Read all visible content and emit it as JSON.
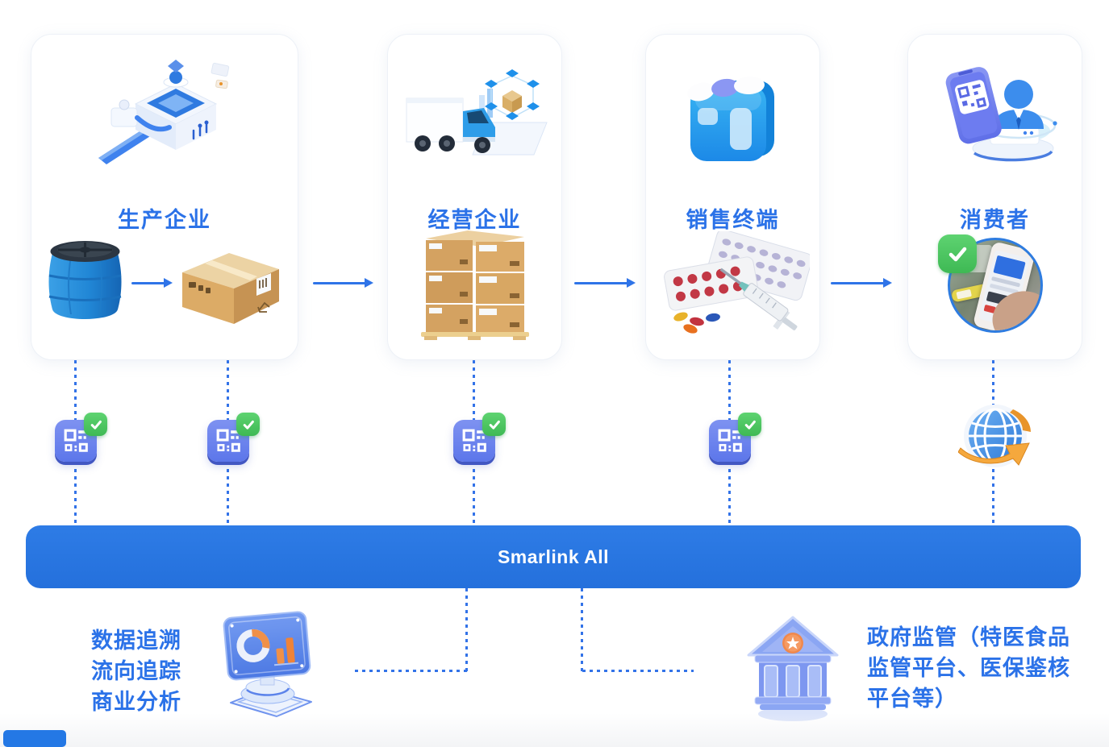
{
  "colors": {
    "accent_blue": "#2b72e8",
    "bar_blue": "#2976e3",
    "dotted_blue": "#3373e8",
    "qr_chip_blue": "#6e87ec",
    "badge_green": "#4dc865",
    "globe_orange": "#f0a23c"
  },
  "stages": [
    {
      "label": "生产企业",
      "icon": "factory-machine-icon",
      "items": [
        "blue-barrel",
        "carton-box"
      ]
    },
    {
      "label": "经营企业",
      "icon": "delivery-truck-icon",
      "items": [
        "pallet-of-boxes"
      ]
    },
    {
      "label": "销售终端",
      "icon": "storefront-icon",
      "items": [
        "medicine-and-syringe"
      ]
    },
    {
      "label": "消费者",
      "icon": "phone-qr-person-icon",
      "items": [
        "scan-photo-with-check"
      ]
    }
  ],
  "platform_bar": {
    "label": "Smarlink All"
  },
  "analytics": {
    "lines": [
      "数据追溯",
      "流向追踪",
      "商业分析"
    ],
    "icon": "dashboard-chart-icon"
  },
  "regulation": {
    "lines": [
      "政府监管（特医食品",
      "监管平台、医保鉴核",
      "平台等）"
    ],
    "icon": "government-building-icon"
  },
  "icons": [
    "qr-code-chip-icon",
    "check-badge-icon",
    "globe-sync-icon",
    "factory-machine-icon",
    "delivery-truck-icon",
    "storefront-icon",
    "phone-qr-person-icon",
    "dashboard-chart-icon",
    "government-building-icon"
  ]
}
